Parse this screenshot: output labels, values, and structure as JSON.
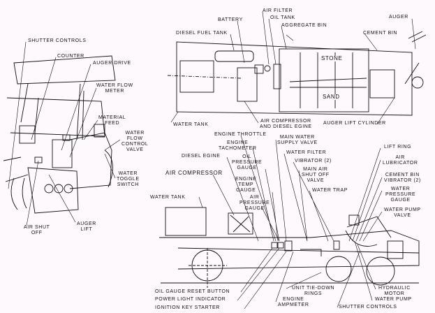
{
  "left_view": {
    "shutter_controls": "SHUTTER CONTROLS",
    "counter": "COUNTER",
    "auger_drive": "AUGER DRIVE",
    "water_flow_meter": [
      "WATER FLOW",
      "METER"
    ],
    "material_feed": [
      "MATERIAL",
      "FEED"
    ],
    "water_flow_control_valve": [
      "WATER",
      "FLOW",
      "CONTROL",
      "VALVE"
    ],
    "water_toggle_switch": [
      "WATER",
      "TOGGLE",
      "SWITCH"
    ],
    "air_shut_off": [
      "AIR SHUT",
      "OFF"
    ],
    "auger_lift": [
      "AUGER",
      "LIFT"
    ]
  },
  "top_view": {
    "air_filter": "AIR FILTER",
    "oil_tank": "OIL TANK",
    "aggregate_bin": "AGGREGATE BIN",
    "battery": "BATTERY",
    "diesel_fuel_tank": "DIESEL FUEL TANK",
    "cement_bin": "CEMENT BIN",
    "auger": "AUGER",
    "stone": "STONE",
    "sand": "SAND",
    "water_tank": "WATER TANK",
    "air_compressor_engine": [
      "AIR COMPRESSOR",
      "AND DIESEL EGINE"
    ],
    "auger_lift_cylinder": "AUGER LIFT CYLINDER"
  },
  "side_view": {
    "engine_throttle": "ENGINE THROTTLE",
    "main_water_supply_valve": [
      "MAIN WATER",
      "SUPPLY VALVE"
    ],
    "engine_tachometer": [
      "ENGINE",
      "TACHOMETER"
    ],
    "water_filter": "WATER FILTER",
    "diesel_egine": "DIESEL EGINE",
    "oil_pressure_gauge": [
      "OIL",
      "PRESSURE",
      "GAUGE"
    ],
    "vibrator": "VIBRATOR (2)",
    "main_air_shut_off_valve": [
      "MAIN AIR",
      "SHUT OFF",
      "VALVE"
    ],
    "air_compressor": "AIR COMPRESSOR",
    "engine_temp_gauge": [
      "ENGINE",
      "TEMP",
      "GAUGE"
    ],
    "water_trap": "WATER TRAP",
    "water_tank": "WATER TANK",
    "air_pressure_gauge": [
      "AIR",
      "PRESSURE",
      "GAUGE"
    ],
    "lift_ring": "LIFT RING",
    "air_lubricator": [
      "AIR",
      "LUBRICATOR"
    ],
    "cement_bin_vibrator": [
      "CEMENT BIN",
      "VIBRATOR (2)"
    ],
    "water_pressure_gauge": [
      "WATER",
      "PRESSURE",
      "GAUGE"
    ],
    "water_pump_valve": [
      "WATER PUMP",
      "VALVE"
    ],
    "oil_gauge_reset_button": "OIL GAUGE RESET BUTTON",
    "power_light_indicator": "POWER LIGHT INDICATOR",
    "ignition_key_starter": "IGNITION KEY STARTER",
    "unit_tie_down_rings": [
      "UNIT TIE-DOWN",
      "RINGS"
    ],
    "engine_ammeter": [
      "ENGINE",
      "AMPMETER"
    ],
    "hydraulic_motor": [
      "HYDRAULIC",
      "MOTOR"
    ],
    "water_pump": "WATER PUMP",
    "shutter_controls": "SHUTTER CONTROLS"
  }
}
